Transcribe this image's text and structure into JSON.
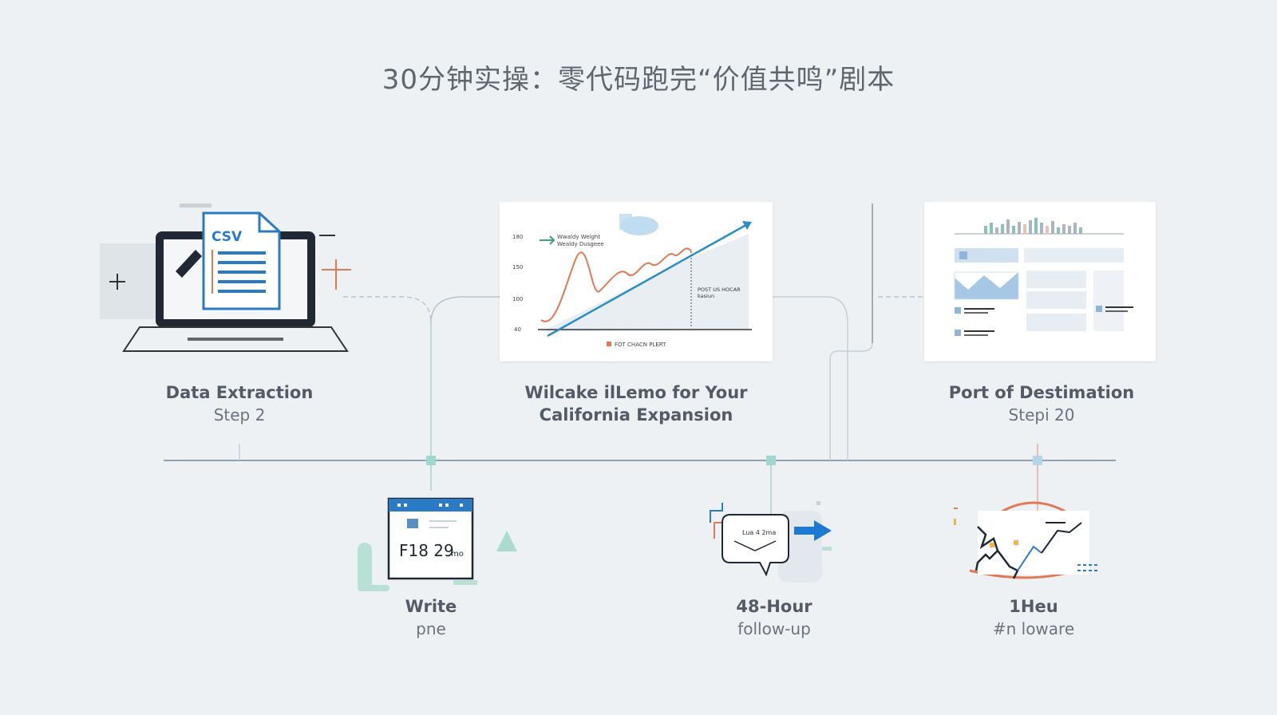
{
  "title": "30分钟实操：零代码跑完“价值共鸣”剧本",
  "steps": {
    "extraction": {
      "title": "Data Extraction",
      "sub": "Step 2",
      "icon": "csv-laptop-icon",
      "doc_label": "CSV"
    },
    "chart": {
      "title_line1": "Wilcake ilLemo for Your",
      "title_line2": "California Expansion",
      "icon": "line-chart-thumbnail"
    },
    "destination": {
      "title": "Port of Destimation",
      "sub": "Stepi 20",
      "icon": "dashboard-thumbnail"
    },
    "write": {
      "title": "Write",
      "sub": "pne",
      "icon": "calendar-window-icon",
      "time_text": "F18 29",
      "time_unit": "mo"
    },
    "followup": {
      "title": "48-Hour",
      "sub": "follow-up",
      "icon": "message-bubble-icon",
      "bubble_text": "Lua 4 2ma"
    },
    "third": {
      "title": "1Heu",
      "sub": "#n loware",
      "icon": "map-route-icon"
    }
  },
  "chart_thumb": {
    "legend1": "Wwaldy Weight",
    "legend2": "Wealdy Dusgeee",
    "y_ticks": [
      "180",
      "150",
      "100",
      "40"
    ],
    "annot1": "POST US HOCAR",
    "annot2": "kasiun",
    "footer": "FOT CHACN PLERT"
  },
  "colors": {
    "background": "#eef1f4",
    "accent_blue": "#2a8dc6",
    "accent_orange": "#e07a54",
    "node_teal": "#9fd8cf",
    "icon_blue": "#2a7bc4"
  }
}
